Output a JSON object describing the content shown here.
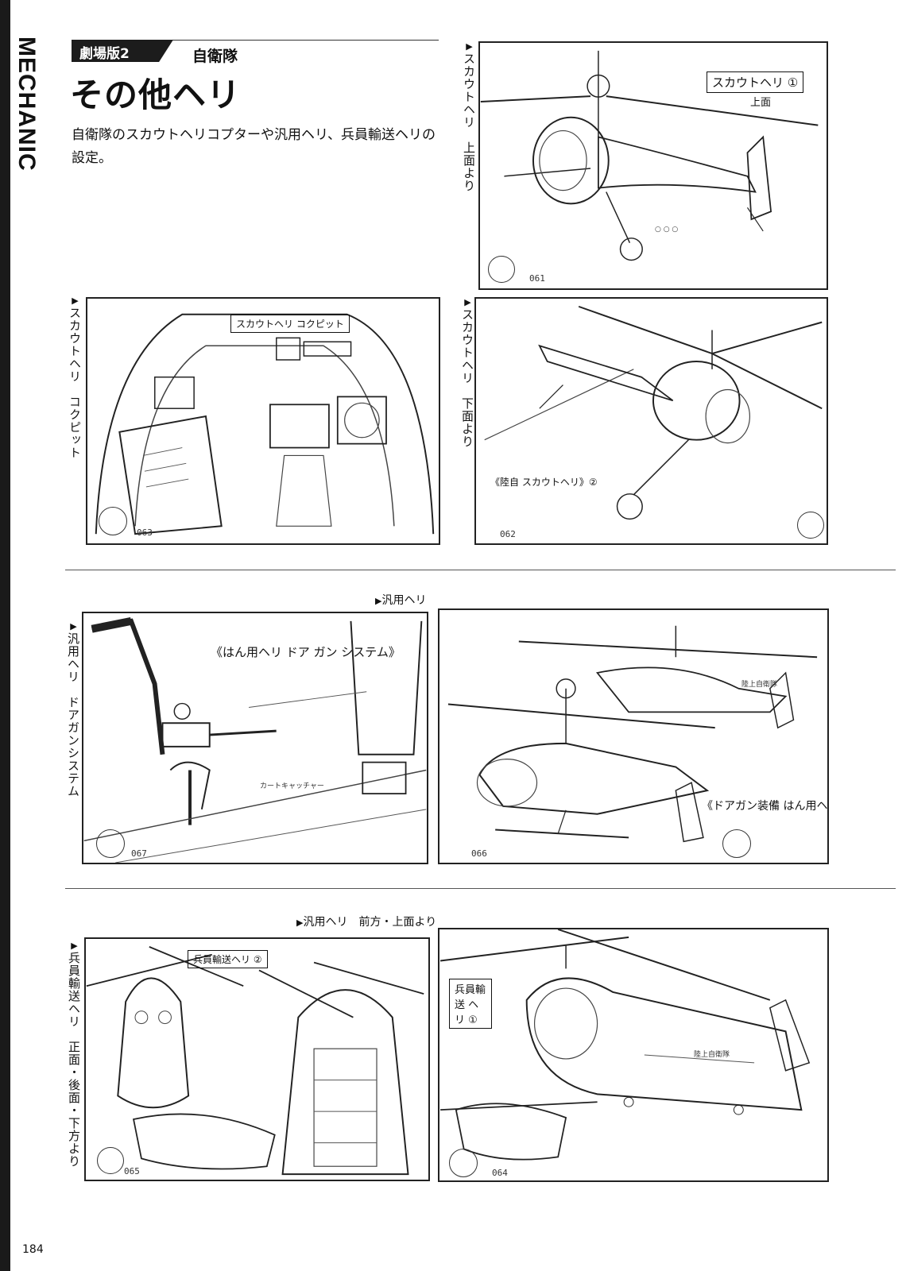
{
  "brand": "MECHANIC",
  "header": {
    "section_tag": "劇場版2",
    "category": "自衛隊",
    "title": "その他ヘリ"
  },
  "description": "自衛隊のスカウトヘリコプターや汎用ヘリ、兵員輸送ヘリの設定。",
  "captions": {
    "scout_top": "スカウトヘリ　上面より",
    "scout_cockpit": "スカウトヘリ　コクピット",
    "scout_bottom": "スカウトヘリ　下面より",
    "utility_label": "汎用ヘリ",
    "door_gun": "汎用ヘリ　ドアガンシステム",
    "utility_front_top": "汎用ヘリ　前方・上面より",
    "transport_views": "兵員輸送ヘリ　正面・後面・下方より"
  },
  "panels": {
    "p061": {
      "number": "061",
      "note": "スカウトヘリ ①",
      "sub": "上面"
    },
    "p063": {
      "number": "063",
      "note": "スカウトヘリ コクピット"
    },
    "p062": {
      "number": "062",
      "note": "《陸自 スカウトヘリ》②"
    },
    "p067": {
      "number": "067",
      "note": "《はん用ヘリ ドア ガン システム》",
      "sub": "カートキャッチャー"
    },
    "p066": {
      "number": "066",
      "note": "《ドアガン装備 はん用ヘリ》",
      "marking": "陸上自衛隊"
    },
    "p065": {
      "number": "065",
      "note": "兵員輸送ヘリ ②"
    },
    "p064": {
      "number": "064",
      "note": "兵員輸送 ヘリ ①",
      "marking": "陸上自衛隊"
    }
  },
  "page_number": "184"
}
